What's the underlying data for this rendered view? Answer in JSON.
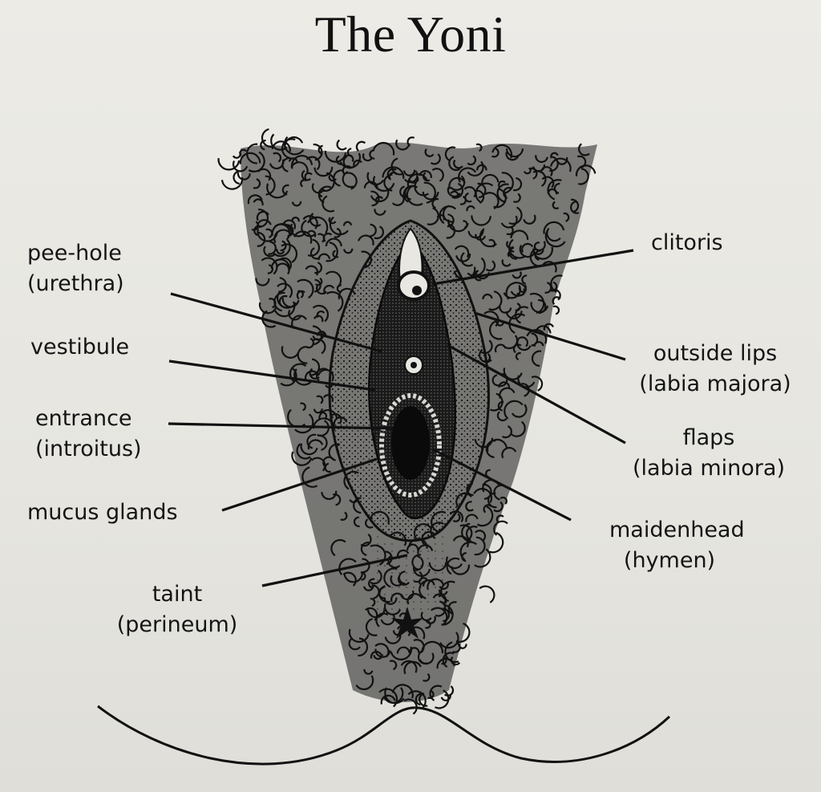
{
  "title": "The Yoni",
  "labels": {
    "pee_hole": {
      "line1": "pee-hole",
      "line2": "(urethra)"
    },
    "vestibule": "vestibule",
    "entrance": {
      "line1": "entrance",
      "line2": "(introitus)"
    },
    "mucus_glands": "mucus glands",
    "taint": {
      "line1": "taint",
      "line2": "(perineum)"
    },
    "clitoris": "clitoris",
    "outside_lips": {
      "line1": "outside lips",
      "line2": "(labia majora)"
    },
    "flaps": {
      "line1": "flaps",
      "line2": "(labia minora)"
    },
    "maidenhead": {
      "line1": "maidenhead",
      "line2": "(hymen)"
    }
  },
  "colors": {
    "ink": "#141414",
    "paper": "#e9e8e3"
  }
}
